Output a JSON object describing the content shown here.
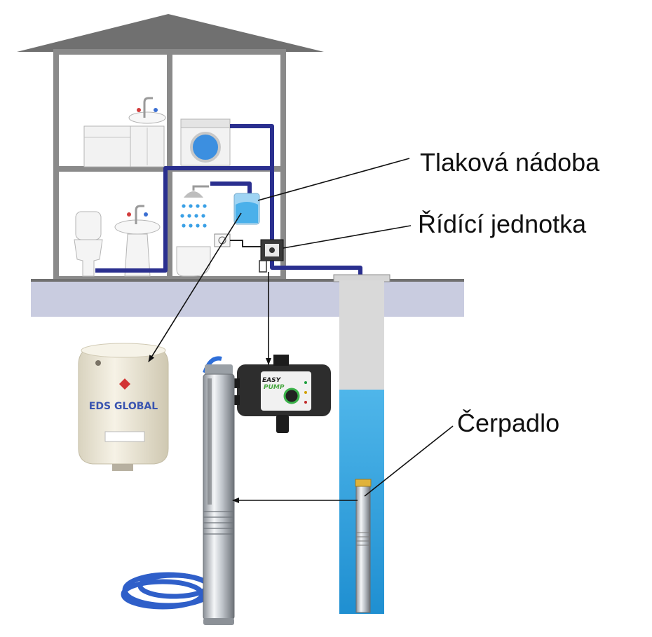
{
  "labels": {
    "pressure_vessel": "Tlaková nádoba",
    "control_unit": "Řídící jednotka",
    "pump": "Čerpadlo"
  },
  "products": {
    "tank_brand": "EDS GLOBAL",
    "controller_brand_top": "EASY",
    "controller_brand_bottom": "PUMP"
  },
  "colors": {
    "pipe": "#2a2f8f",
    "water": "#35a6e0",
    "ground": "#c9cce0",
    "roof": "#707070",
    "wall": "#8a8a8a",
    "tank": "#efeadb"
  },
  "icons": {
    "arrow": "arrow-icon",
    "shower": "shower-icon",
    "socket": "power-socket-icon"
  }
}
